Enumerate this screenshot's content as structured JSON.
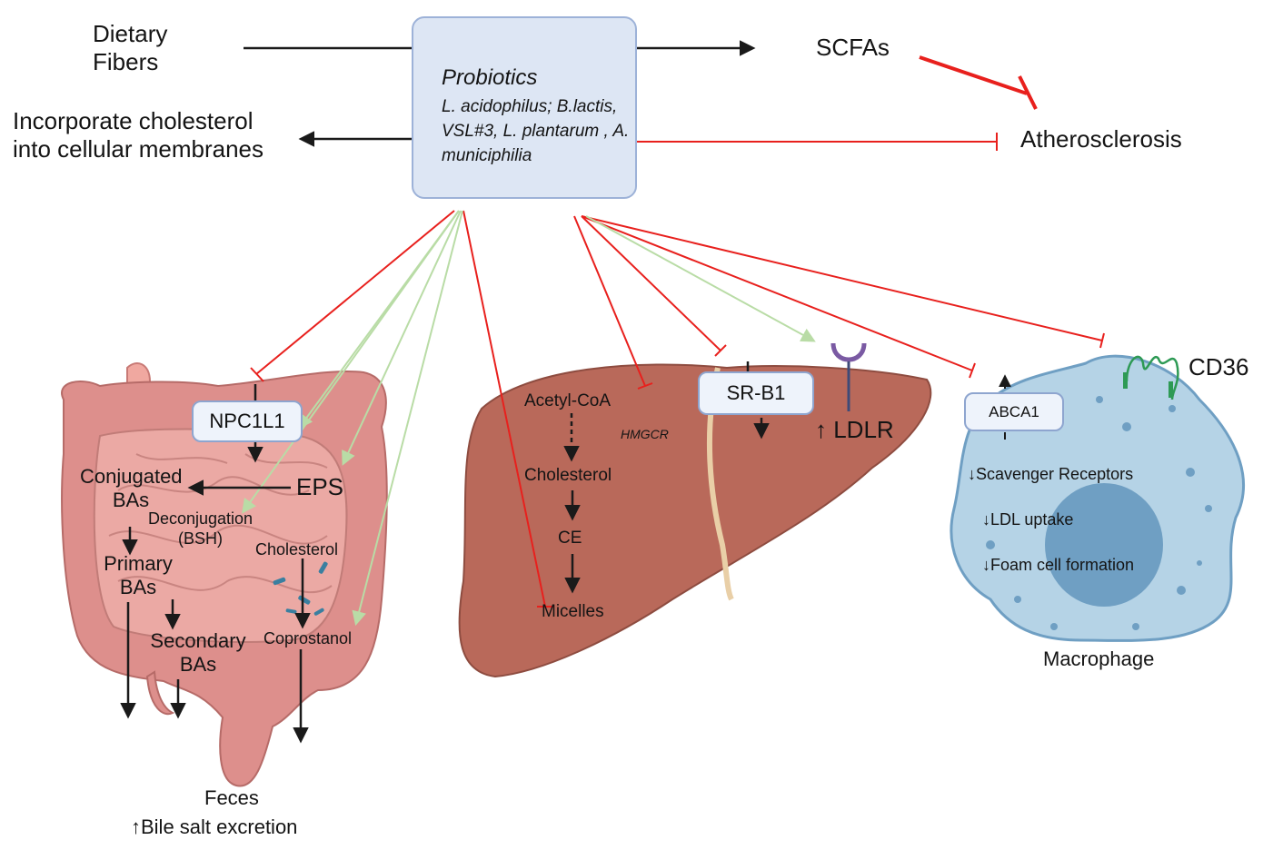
{
  "top": {
    "dietary_fibers_line1": "Dietary",
    "dietary_fibers_line2": "Fibers",
    "scfas": "SCFAs",
    "incorporate_line1": "Incorporate cholesterol",
    "incorporate_line2": "into cellular membranes",
    "atherosclerosis": "Atherosclerosis"
  },
  "probiotics": {
    "title": "Probiotics",
    "strains": "L. acidophilus; B.lactis, VSL#3, L. plantarum , A. municiphilia"
  },
  "intestine": {
    "npc1l1": "NPC1L1",
    "eps": "EPS",
    "conjugated_line1": "Conjugated",
    "conjugated_line2": "BAs",
    "deconjugation_line1": "Deconjugation",
    "deconjugation_line2": "(BSH)",
    "cholesterol": "Cholesterol",
    "primary_line1": "Primary",
    "primary_line2": "BAs",
    "secondary_line1": "Secondary",
    "secondary_line2": "BAs",
    "coprostanol": "Coprostanol",
    "feces": "Feces",
    "bile_salt": "↑Bile salt excretion"
  },
  "liver": {
    "acetyl_coa": "Acetyl-CoA",
    "hmgcr": "HMGCR",
    "cholesterol": "Cholesterol",
    "ce": "CE",
    "micelles": "Micelles",
    "srb1": "SR-B1",
    "ldlr": "↑ LDLR"
  },
  "macrophage": {
    "abca1": "ABCA1",
    "cd36": "CD36",
    "scavenger": "↓Scavenger Receptors",
    "ldl_uptake": "↓LDL uptake",
    "foam_cell": "↓Foam cell formation",
    "label": "Macrophage"
  },
  "colors": {
    "inhibit": "#e8201d",
    "promote": "#b9dca6",
    "arrow": "#1a1a1a",
    "box_fill": "#dde6f4",
    "box_border": "#9db2d8",
    "intestine": "#dd8f8c",
    "liver": "#b9695a",
    "macrophage": "#b5d3e6",
    "nucleus": "#6f9fc3"
  }
}
